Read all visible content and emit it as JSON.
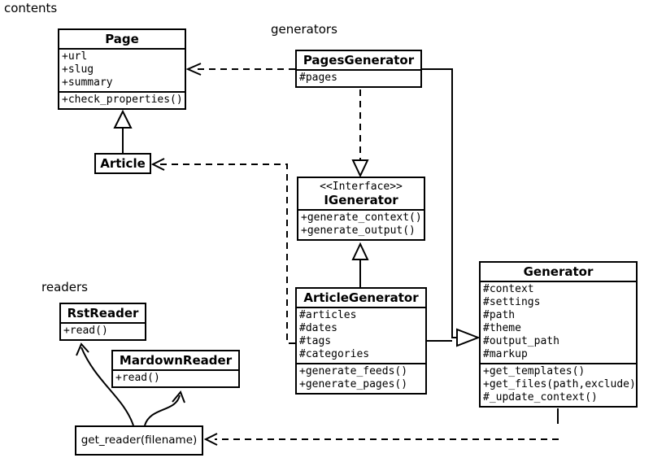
{
  "packages": {
    "contents": {
      "label": "contents"
    },
    "generators": {
      "label": "generators"
    },
    "readers": {
      "label": "readers"
    }
  },
  "classes": {
    "page": {
      "name": "Page",
      "attributes": [
        "+url",
        "+slug",
        "+summary"
      ],
      "methods": [
        "+check_properties()"
      ]
    },
    "article": {
      "name": "Article"
    },
    "pages_generator": {
      "name": "PagesGenerator",
      "attributes": [
        "#pages"
      ]
    },
    "igenerator": {
      "stereotype": "<<Interface>>",
      "name": "IGenerator",
      "methods": [
        "+generate_context()",
        "+generate_output()"
      ]
    },
    "article_generator": {
      "name": "ArticleGenerator",
      "attributes": [
        "#articles",
        "#dates",
        "#tags",
        "#categories"
      ],
      "methods": [
        "+generate_feeds()",
        "+generate_pages()"
      ]
    },
    "generator": {
      "name": "Generator",
      "attributes": [
        "#context",
        "#settings",
        "#path",
        "#theme",
        "#output_path",
        "#markup"
      ],
      "methods": [
        "+get_templates()",
        "+get_files(path,exclude)",
        "#_update_context()"
      ]
    },
    "rst_reader": {
      "name": "RstReader",
      "methods": [
        "+read()"
      ]
    },
    "mardown_reader": {
      "name": "MardownReader",
      "methods": [
        "+read()"
      ]
    },
    "get_reader": {
      "name": "get_reader(filename)"
    }
  },
  "relations": [
    {
      "from": "Article",
      "to": "Page",
      "type": "generalization"
    },
    {
      "from": "PagesGenerator",
      "to": "Page",
      "type": "dependency"
    },
    {
      "from": "ArticleGenerator",
      "to": "Article",
      "type": "dependency"
    },
    {
      "from": "PagesGenerator",
      "to": "IGenerator",
      "type": "realization"
    },
    {
      "from": "ArticleGenerator",
      "to": "IGenerator",
      "type": "generalization"
    },
    {
      "from": "PagesGenerator",
      "to": "Generator",
      "type": "generalization"
    },
    {
      "from": "ArticleGenerator",
      "to": "Generator",
      "type": "generalization"
    },
    {
      "from": "Generator",
      "to": "get_reader(filename)",
      "type": "dependency"
    },
    {
      "from": "get_reader(filename)",
      "to": "RstReader",
      "type": "arrow"
    },
    {
      "from": "get_reader(filename)",
      "to": "MardownReader",
      "type": "arrow"
    }
  ],
  "colors": {
    "line": "#000000",
    "background": "#ffffff"
  }
}
